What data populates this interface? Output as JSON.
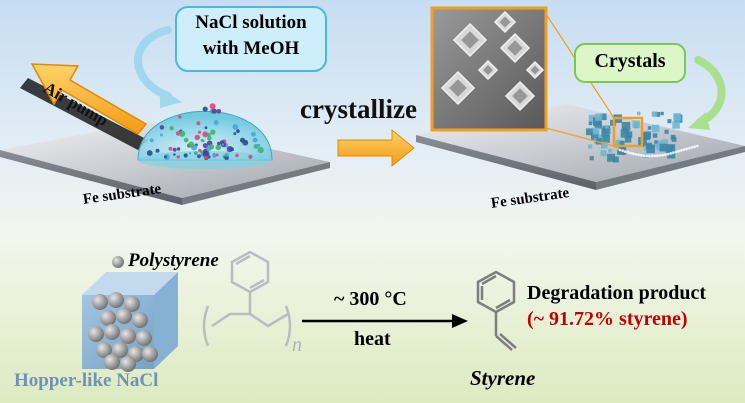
{
  "top": {
    "solution_line1": "NaCl solution",
    "solution_line2": "with MeOH",
    "air_pump": "Air pump",
    "crystallize": "crystallize",
    "crystals": "Crystals",
    "substrate_left": "Fe substrate",
    "substrate_right": "Fe substrate"
  },
  "bottom": {
    "polystyrene": "Polystyrene",
    "hopper": "Hopper-like NaCl",
    "temperature": "~ 300 °C",
    "heat": "heat",
    "styrene": "Styrene",
    "product_line1": "Degradation product",
    "product_line2": "(~ 91.72% styrene)",
    "subscript_n": "n"
  },
  "colors": {
    "top_bg": "#cde3f5",
    "bottom_bg": "#e3efc9",
    "solution_bubble": "#cfeefb",
    "crystals_bubble": "#ddf6c8",
    "arrow_orange": "#f5a623",
    "product_red": "#c00000",
    "hopper_text": "#6f93b5"
  }
}
